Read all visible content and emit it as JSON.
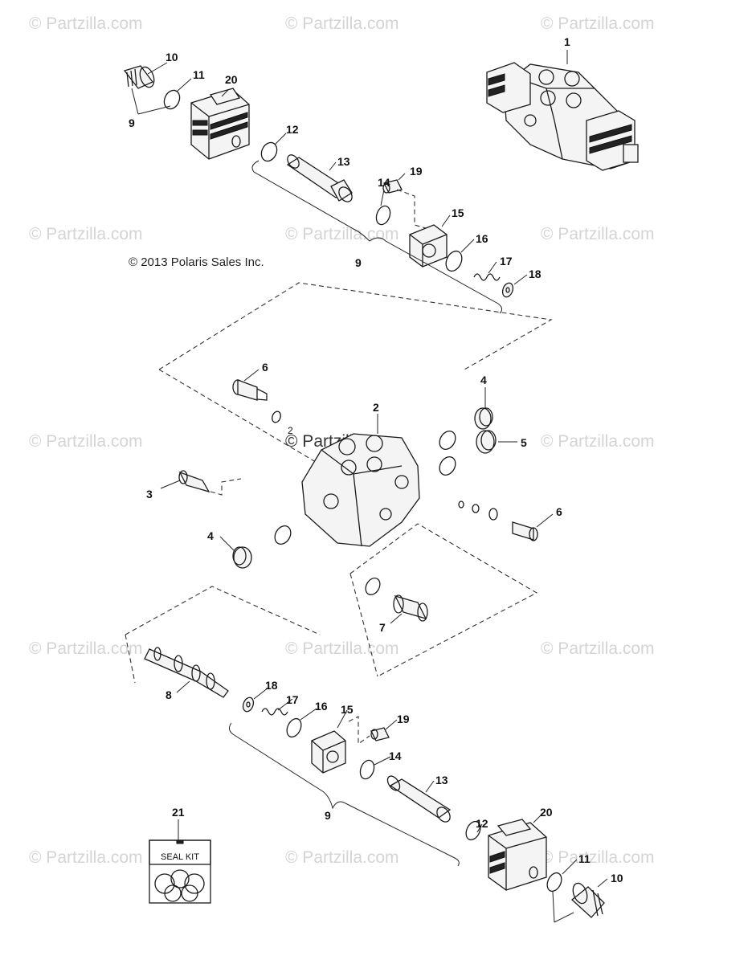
{
  "watermark_text": "© Partzilla.com",
  "copyright": "© 2013 Polaris Sales Inc.",
  "seal_kit_label": "SEAL KIT",
  "callouts": [
    "1",
    "2",
    "3",
    "4",
    "4",
    "5",
    "6",
    "6",
    "7",
    "8",
    "9",
    "9",
    "9",
    "10",
    "10",
    "11",
    "11",
    "12",
    "12",
    "13",
    "13",
    "14",
    "14",
    "15",
    "15",
    "16",
    "16",
    "17",
    "17",
    "18",
    "18",
    "19",
    "19",
    "20",
    "20",
    "21",
    "2"
  ]
}
